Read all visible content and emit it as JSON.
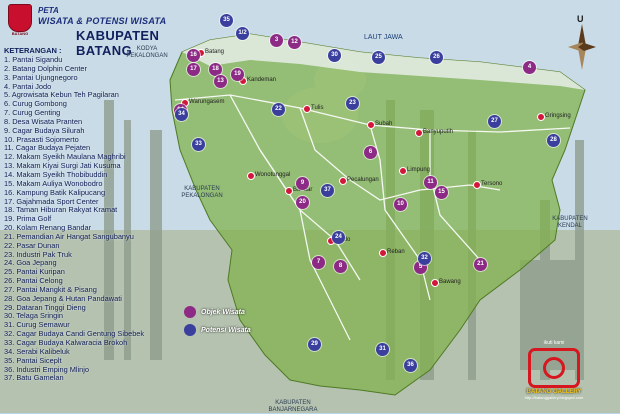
{
  "header": {
    "title1": "PETA",
    "title2": "WISATA & POTENSI WISATA",
    "title3": "KABUPATEN BATANG",
    "logo_text": "BATANG"
  },
  "legend": {
    "title": "KETERANGAN :",
    "items": [
      "1. Pantai Sigandu",
      "2. Batang Dolphin Center",
      "3. Pantai Ujungnegoro",
      "4. Pantai Jodo",
      "5. Agrowisata Kebun Teh Pagilaran",
      "6. Curug Gombong",
      "7. Curug Genting",
      "8. Desa Wisata Pranten",
      "9. Cagar Budaya Silurah",
      "10. Prasasti Sojomerto",
      "11. Cagar Budaya Pejaten",
      "12. Makam Syeikh Maulana Maghribi",
      "13. Makam Kiyai Surgi Jati Kusuma",
      "14. Makam Syeikh Thobibuddin",
      "15. Makam Auliya Wonobodro",
      "16. Kampung Batik Kalipucang",
      "17. Gajahmada Sport Center",
      "18. Taman Hiburan Rakyat Kramat",
      "19. Prima Golf",
      "20. Kolam Renang Bandar",
      "21. Pemandian Air Hangat Sangubanyu",
      "22. Pasar Dunan",
      "23. Industri Pak Truk",
      "24. Goa Jepang",
      "25. Pantai Kuripan",
      "26. Pantai Celong",
      "27. Pantai Mangkit & Pisang",
      "28. Goa Jepang & Hutan Pandawati",
      "29. Dataran Tinggi Dieng",
      "30. Telaga Sringin",
      "31. Curug Semawur",
      "32. Cagar Budaya Candi Gentung Sibebek",
      "33. Cagar Budaya Kalwaracia Brokoh",
      "34. Serabi Kalibeluk",
      "35. Pantai Siceplt",
      "36. Industri Emping Mlinjo",
      "37. Batu Gamelan"
    ]
  },
  "key": {
    "objek": "Objek Wisata",
    "potensi": "Potensi Wisata"
  },
  "colors": {
    "objek": "#8c2a86",
    "potensi": "#3a3f9e",
    "town": "#d2183a",
    "land": "#7fb24a",
    "road": "#ffffff"
  },
  "compass": {
    "north": "U"
  },
  "sea": "LAUT JAWA",
  "regions": {
    "kodya": "KODYA\nPEKALONGAN",
    "kab_pek": "KABUPATEN\nPEKALONGAN",
    "kab_kendal": "KABUPATEN\nKENDAL",
    "kab_banjar": "KABUPATEN\nBANJARNEGARA"
  },
  "towns": {
    "batang": "Batang",
    "warungasem": "Warungasem",
    "kandeman": "Kandeman",
    "tulis": "Tulis",
    "subah": "Subah",
    "banyuputih": "Banyuputih",
    "gringsing": "Gringsing",
    "wonotunggal": "Wonotunggal",
    "pecalungan": "Pecalungan",
    "limpung": "Limpung",
    "tersono": "Tersono",
    "bandar": "Bandar",
    "blado": "Blado",
    "reban": "Reban",
    "bawang": "Bawang"
  },
  "gallery": {
    "header": "ikuti kami",
    "name": "BATANG GALLERY",
    "url": "http://batanggallery.blogspot.com"
  },
  "pins": [
    {
      "n": "35",
      "t": "pot"
    },
    {
      "n": "1/2",
      "t": "pot"
    },
    {
      "n": "3",
      "t": "obj"
    },
    {
      "n": "12",
      "t": "obj"
    },
    {
      "n": "16",
      "t": "obj"
    },
    {
      "n": "17",
      "t": "obj"
    },
    {
      "n": "18",
      "t": "obj"
    },
    {
      "n": "19",
      "t": "obj"
    },
    {
      "n": "13",
      "t": "obj"
    },
    {
      "n": "30",
      "t": "pot"
    },
    {
      "n": "25",
      "t": "pot"
    },
    {
      "n": "26",
      "t": "pot"
    },
    {
      "n": "4",
      "t": "obj"
    },
    {
      "n": "14",
      "t": "obj"
    },
    {
      "n": "34",
      "t": "pot"
    },
    {
      "n": "22",
      "t": "pot"
    },
    {
      "n": "23",
      "t": "pot"
    },
    {
      "n": "27",
      "t": "pot"
    },
    {
      "n": "28",
      "t": "pot"
    },
    {
      "n": "33",
      "t": "pot"
    },
    {
      "n": "6",
      "t": "obj"
    },
    {
      "n": "11",
      "t": "obj"
    },
    {
      "n": "9",
      "t": "obj"
    },
    {
      "n": "37",
      "t": "pot"
    },
    {
      "n": "20",
      "t": "obj"
    },
    {
      "n": "10",
      "t": "obj"
    },
    {
      "n": "15",
      "t": "obj"
    },
    {
      "n": "24",
      "t": "pot"
    },
    {
      "n": "7",
      "t": "obj"
    },
    {
      "n": "8",
      "t": "obj"
    },
    {
      "n": "5",
      "t": "obj"
    },
    {
      "n": "32",
      "t": "pot"
    },
    {
      "n": "21",
      "t": "obj"
    },
    {
      "n": "29",
      "t": "pot"
    },
    {
      "n": "31",
      "t": "pot"
    },
    {
      "n": "36",
      "t": "pot"
    }
  ]
}
